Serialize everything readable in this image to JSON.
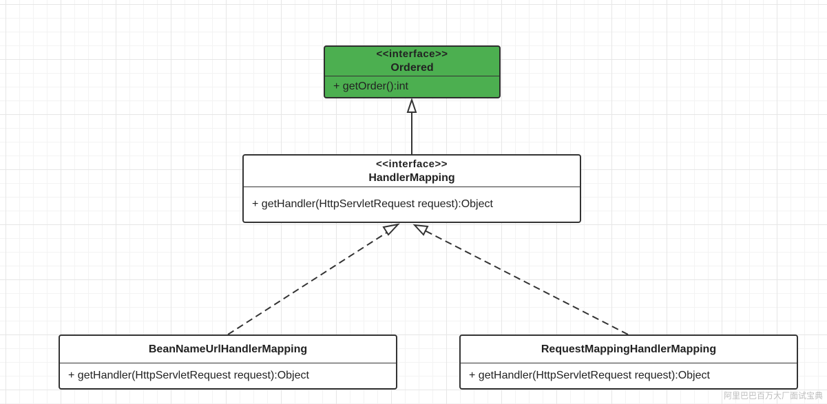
{
  "diagram": {
    "ordered": {
      "stereotype": "<<interface>>",
      "name": "Ordered",
      "method": "+ getOrder():int",
      "fill_color": "#4caf50"
    },
    "handler_mapping": {
      "stereotype": "<<interface>>",
      "name": "HandlerMapping",
      "method": "+ getHandler(HttpServletRequest request):Object"
    },
    "bean_name_url": {
      "name": "BeanNameUrlHandlerMapping",
      "method": "+ getHandler(HttpServletRequest request):Object"
    },
    "request_mapping": {
      "name": "RequestMappingHandlerMapping",
      "method": "+ getHandler(HttpServletRequest request):Object"
    },
    "relations": [
      {
        "from": "HandlerMapping",
        "to": "Ordered",
        "kind": "generalization"
      },
      {
        "from": "BeanNameUrlHandlerMapping",
        "to": "HandlerMapping",
        "kind": "realization"
      },
      {
        "from": "RequestMappingHandlerMapping",
        "to": "HandlerMapping",
        "kind": "realization"
      }
    ]
  },
  "watermark": "阿里巴巴百万大厂面试宝典"
}
